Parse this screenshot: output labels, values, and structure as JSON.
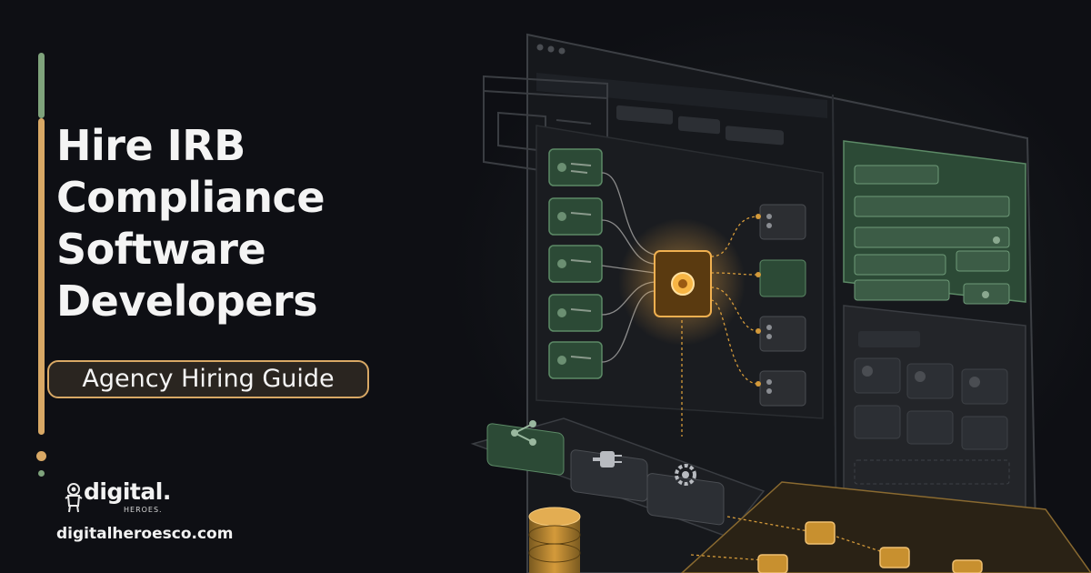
{
  "headline": {
    "line1": "Hire IRB",
    "line2": "Compliance",
    "line3": "Software",
    "line4": "Developers"
  },
  "subtitle": "Agency Hiring Guide",
  "brand": {
    "logo_word": "digital.",
    "logo_sub": "HEROES.",
    "website": "digitalheroesco.com"
  },
  "colors": {
    "background": "#0e0f14",
    "accent_orange": "#d8a865",
    "accent_green": "#7fa37c",
    "text": "#f4f4f4"
  },
  "illustration": {
    "description_icons": [
      "network-icon",
      "plug-icon",
      "gear-icon",
      "database-icon",
      "chip-icon",
      "window-icon"
    ]
  }
}
